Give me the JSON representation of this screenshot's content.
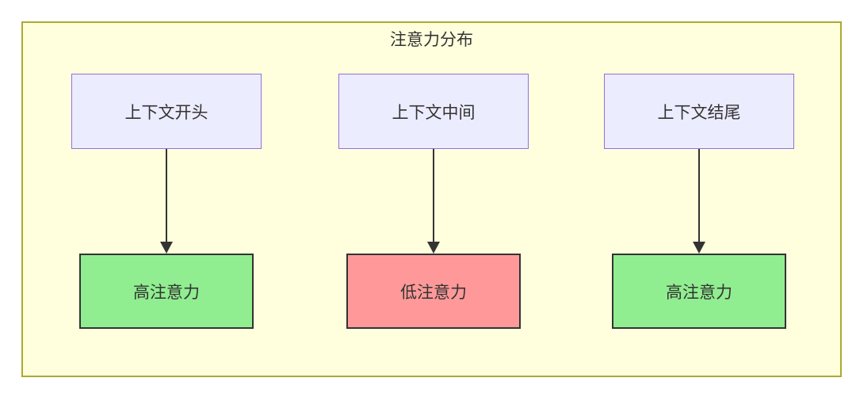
{
  "diagram": {
    "title": "注意力分布",
    "columns": [
      {
        "source": "上下文开头",
        "target": "高注意力",
        "attention": "high"
      },
      {
        "source": "上下文中间",
        "target": "低注意力",
        "attention": "low"
      },
      {
        "source": "上下文结尾",
        "target": "高注意力",
        "attention": "high"
      }
    ],
    "colors": {
      "cluster_fill": "#ffffde",
      "cluster_border": "#aaaa33",
      "node_fill": "#ECECFF",
      "node_border": "#9370DB",
      "high_fill": "#90EE90",
      "low_fill": "#FF9999",
      "result_border": "#333333",
      "text": "#333333",
      "arrow": "#333333"
    }
  }
}
